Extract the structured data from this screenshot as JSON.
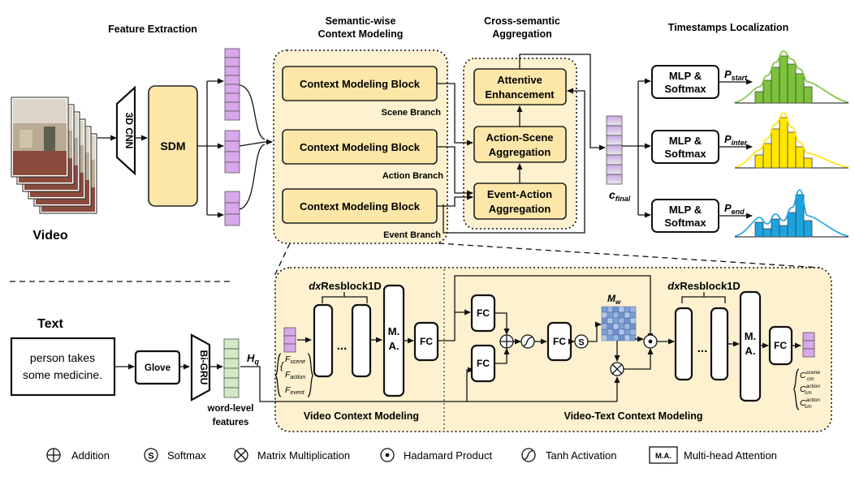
{
  "headers": {
    "feature_extraction": "Feature Extraction",
    "semantic_line1": "Semantic-wise",
    "semantic_line2": "Context Modeling",
    "cross_line1": "Cross-semantic",
    "cross_line2": "Aggregation",
    "timestamps": "Timestamps Localization"
  },
  "inputs": {
    "video": "Video",
    "text": "Text",
    "sentence_line1": "person takes",
    "sentence_line2": "some medicine."
  },
  "modules": {
    "cnn3d": "3D CNN",
    "sdm": "SDM",
    "glove": "Glove",
    "bigru": "Bi-GRU",
    "word_level_line1": "word-level",
    "word_level_line2": "features",
    "hq": "H",
    "hq_sub": "q"
  },
  "context_blocks": [
    {
      "label": "Context Modeling Block",
      "branch": "Scene Branch"
    },
    {
      "label": "Context Modeling Block",
      "branch": "Action Branch"
    },
    {
      "label": "Context Modeling Block",
      "branch": "Event Branch"
    }
  ],
  "aggregation": {
    "attentive_line1": "Attentive",
    "attentive_line2": "Enhancement",
    "action_scene_line1": "Action-Scene",
    "action_scene_line2": "Aggregation",
    "event_action_line1": "Event-Action",
    "event_action_line2": "Aggregation"
  },
  "c_final": {
    "main": "c",
    "sub": "final"
  },
  "mlp": [
    {
      "line1": "MLP &",
      "line2": "Softmax",
      "p": "P",
      "sub": "start",
      "color": "#7cc33a"
    },
    {
      "line1": "MLP &",
      "line2": "Softmax",
      "p": "P",
      "sub": "inter",
      "color": "#ffe600"
    },
    {
      "line1": "MLP &",
      "line2": "Softmax",
      "p": "P",
      "sub": "end",
      "color": "#1ca3e0"
    }
  ],
  "detail": {
    "resblock": "Resblock1D",
    "resblock_prefix": "dx",
    "dots": "...",
    "ma_line1": "M.",
    "ma_line2": "A.",
    "fc": "FC",
    "softmax_s": "S",
    "mw": "M",
    "mw_sub": "w",
    "f_scene": "F",
    "f_scene_sub": "scene",
    "f_action": "F",
    "f_action_sub": "action",
    "f_event": "F",
    "f_event_sub": "event",
    "c_cm": "C",
    "c_cm_sub": "cm",
    "c_scene": "scene",
    "c_action": "action",
    "video_ctx": "Video Context Modeling",
    "video_text_ctx": "Video-Text Context Modeling"
  },
  "legend": [
    {
      "icon": "addition-icon",
      "label": "Addition"
    },
    {
      "icon": "softmax-icon",
      "label": "Softmax",
      "symbol": "S"
    },
    {
      "icon": "matrix-multiplication-icon",
      "label": "Matrix Multiplication"
    },
    {
      "icon": "hadamard-product-icon",
      "label": "Hadamard Product"
    },
    {
      "icon": "tanh-icon",
      "label": "Tanh Activation"
    },
    {
      "icon": "multi-head-attention-icon",
      "label": "Multi-head Attention",
      "symbol": "M.A."
    }
  ],
  "colors": {
    "block_yellow": "#fde7a8",
    "region_bg": "#fdf1cf",
    "feature_purple": "#d8a8ec",
    "word_green": "#d3e9c5",
    "matrix_blue": "#8aa9d6"
  }
}
